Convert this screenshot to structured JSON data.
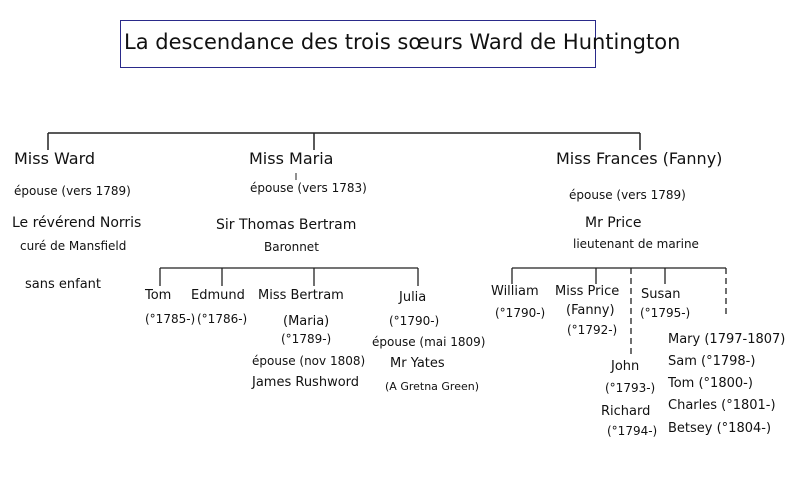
{
  "title": "La descendance des trois sœurs Ward de Huntington",
  "ward": {
    "name": "Miss Ward",
    "married": "épouse  (vers 1789)",
    "spouse": "Le révérend Norris",
    "spouse_role": "curé de Mansfield",
    "children": "sans enfant"
  },
  "maria": {
    "name": "Miss   Maria",
    "married": "épouse (vers 1783)",
    "spouse": "Sir Thomas Bertram",
    "spouse_role": "Baronnet",
    "children": {
      "tom": {
        "name": "Tom",
        "dates": "(°1785-)"
      },
      "edmund": {
        "name": "Edmund",
        "dates": "(°1786-)"
      },
      "missbertram": {
        "name": "Miss Bertram",
        "alias": "(Maria)",
        "dates": "(°1789-)",
        "married": "épouse (nov 1808)",
        "spouse": "James Rushword"
      },
      "julia": {
        "name": "Julia",
        "dates": "(°1790-)",
        "married": "épouse  (mai 1809)",
        "spouse": "Mr Yates",
        "note": "(A Gretna Green)"
      }
    }
  },
  "frances": {
    "name": "Miss Frances (Fanny)",
    "married": "épouse  (vers 1789)",
    "spouse": "Mr Price",
    "spouse_role": "lieutenant de marine",
    "children": {
      "william": {
        "name": "William",
        "dates": "(°1790-)"
      },
      "missprice": {
        "name": "Miss Price",
        "alias": "(Fanny)",
        "dates": "(°1792-)"
      },
      "susan": {
        "name": "Susan",
        "dates": "(°1795-)"
      },
      "john": {
        "name": "John",
        "dates": "(°1793-)"
      },
      "richard": {
        "name": "Richard",
        "dates": "(°1794-)"
      },
      "mary": "Mary  (1797-1807)",
      "sam": "Sam (°1798-)",
      "tom": "Tom (°1800-)",
      "charles": "Charles (°1801-)",
      "betsey": "Betsey (°1804-)"
    }
  }
}
